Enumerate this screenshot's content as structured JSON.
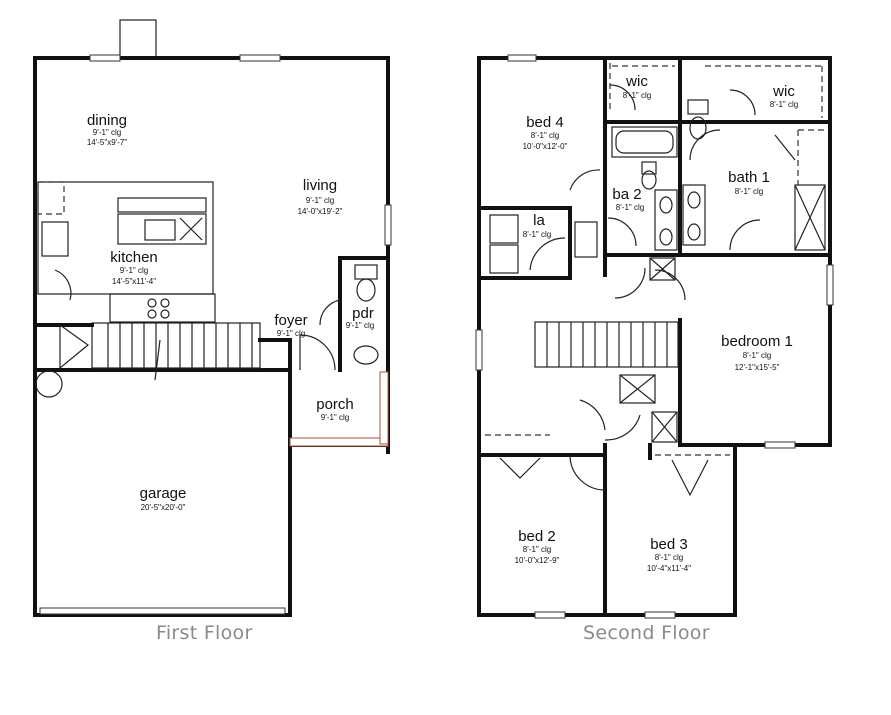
{
  "first_floor": {
    "caption": "First Floor",
    "rooms": {
      "dining": {
        "name": "dining",
        "clg": "9'-1\" clg",
        "size": "14'-5\"x9'-7\""
      },
      "living": {
        "name": "living",
        "clg": "9'-1\" clg",
        "size": "14'-0\"x19'-2\""
      },
      "kitchen": {
        "name": "kitchen",
        "clg": "9'-1\" clg",
        "size": "14'-5\"x11'-4\""
      },
      "foyer": {
        "name": "foyer",
        "clg": "9'-1\" clg"
      },
      "pdr": {
        "name": "pdr",
        "clg": "9'-1\" clg"
      },
      "porch": {
        "name": "porch",
        "clg": "9'-1\" clg"
      },
      "garage": {
        "name": "garage",
        "size": "20'-5\"x20'-0\""
      }
    }
  },
  "second_floor": {
    "caption": "Second Floor",
    "rooms": {
      "bed4": {
        "name": "bed 4",
        "clg": "8'-1\" clg",
        "size": "10'-0\"x12'-0\""
      },
      "wic_a": {
        "name": "wic",
        "clg": "8'-1\" clg"
      },
      "wic_b": {
        "name": "wic",
        "clg": "8'-1\" clg"
      },
      "ba2": {
        "name": "ba 2",
        "clg": "8'-1\" clg"
      },
      "bath1": {
        "name": "bath 1",
        "clg": "8'-1\" clg"
      },
      "la": {
        "name": "la",
        "clg": "8'-1\" clg"
      },
      "bedroom1": {
        "name": "bedroom 1",
        "clg": "8'-1\" clg",
        "size": "12'-1\"x15'-5\""
      },
      "bed2": {
        "name": "bed 2",
        "clg": "8'-1\" clg",
        "size": "10'-0\"x12'-9\""
      },
      "bed3": {
        "name": "bed 3",
        "clg": "8'-1\" clg",
        "size": "10'-4\"x11'-4\""
      }
    }
  }
}
